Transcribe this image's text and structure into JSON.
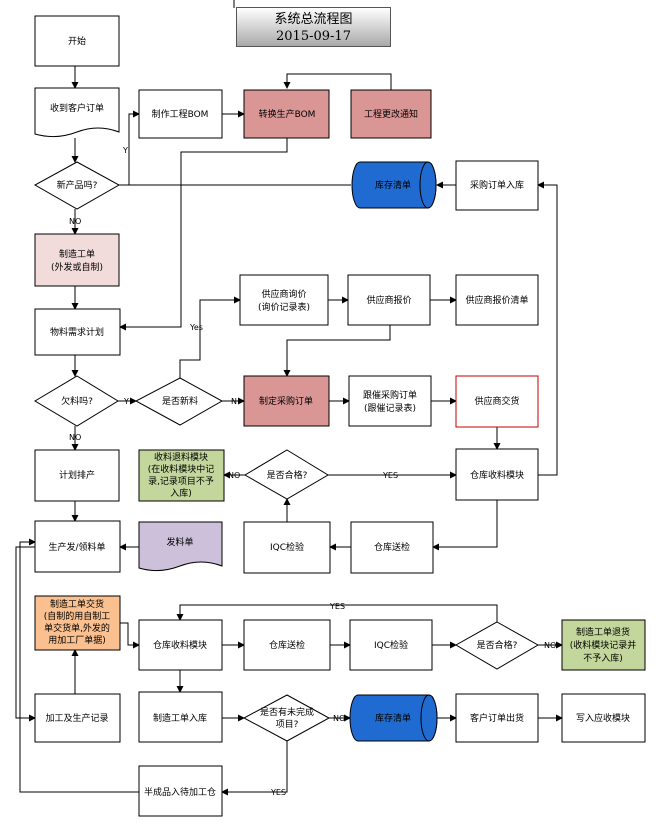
{
  "title": {
    "line1": "系统总流程图",
    "line2": "2015-09-17"
  },
  "colors": {
    "pink": "#f2dcdb",
    "rose": "#d99694",
    "blue": "#1f6bd1",
    "green": "#c3d69b",
    "orange": "#fac08f",
    "lavender": "#ccc0da",
    "line": "#000000"
  },
  "nodes": {
    "start": "开始",
    "receive_order": "收到客户订单",
    "make_bom": "制作工程BOM",
    "convert_bom": "转换生产BOM",
    "eng_change": "工程更改通知",
    "new_product": "新产品吗?",
    "inventory_top": "库存清单",
    "po_receipt": "采购订单入库",
    "make_wo": [
      "制造工单",
      "(外发或自制)"
    ],
    "supplier_inquiry": [
      "供应商询价",
      "(询价记录表)"
    ],
    "supplier_quote": "供应商报价",
    "quote_list": "供应商报价清单",
    "mrp": "物料需求计划",
    "shortage": "欠料吗?",
    "new_material": "是否新料",
    "make_po": "制定采购订单",
    "follow_po": [
      "跟催采购订单",
      "(跟催记录表)"
    ],
    "supplier_deliver": "供应商交货",
    "plan_schedule": "计划排产",
    "return_module": [
      "收料退料模块",
      "(在收料模块中记",
      "录,记录项目不予",
      "入库)"
    ],
    "qualified_1": "是否合格?",
    "wh_receive_1": "仓库收料模块",
    "issue_material": "生产发/领料单",
    "issue_doc": "发料单",
    "iqc_1": "IQC检验",
    "wh_inspect_1": "仓库送检",
    "wo_delivery": [
      "制造工单交货",
      "(自制的用自制工",
      "单交货单,外发的",
      "用加工厂单据)"
    ],
    "wh_receive_2": "仓库收料模块",
    "wh_inspect_2": "仓库送检",
    "iqc_2": "IQC检验",
    "qualified_2": "是否合格?",
    "wo_return": [
      "制造工单退货",
      "(收料模块记录并",
      "不予入库)"
    ],
    "process_record": "加工及生产记录",
    "wo_stock_in": "制造工单入库",
    "unfinished": [
      "是否有未完成",
      "项目?"
    ],
    "inventory_bottom": "库存清单",
    "customer_ship": "客户订单出货",
    "ar_module": "写入应收模块",
    "semi_finished": "半成品入待加工仓"
  },
  "labels": {
    "y": "Y",
    "no": "NO",
    "yes_en": "Yes",
    "n": "N",
    "no_cap": "NO",
    "yes": "YES",
    "no2": "NO",
    "yes2": "YES",
    "no3": "NO",
    "yes3": "YES"
  }
}
